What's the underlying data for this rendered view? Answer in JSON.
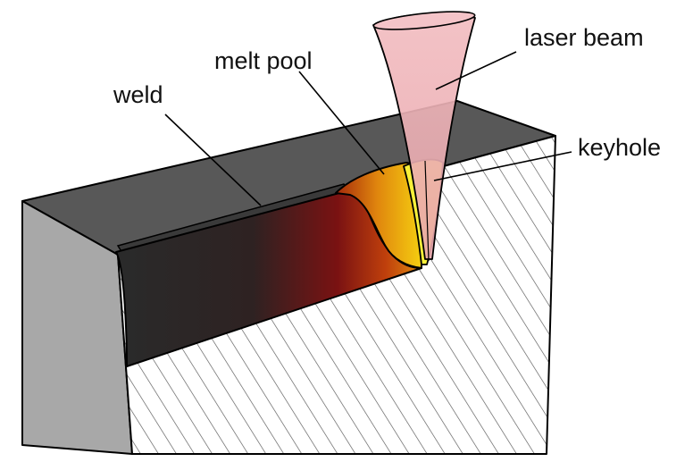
{
  "labels": {
    "laser_beam": "laser beam",
    "melt_pool": "melt pool",
    "weld": "weld",
    "keyhole": "keyhole"
  },
  "colors": {
    "top_surface": "#585858",
    "front_face": "#a8a8a8",
    "weld_bead": "#2a2a2a",
    "melt_hot": "#f2c80a",
    "melt_mid": "#d9770c",
    "melt_cool": "#8a1a0a",
    "laser_beam": "#f0b8bc",
    "keyhole": "#f7f03a",
    "hatch": "#555555"
  }
}
